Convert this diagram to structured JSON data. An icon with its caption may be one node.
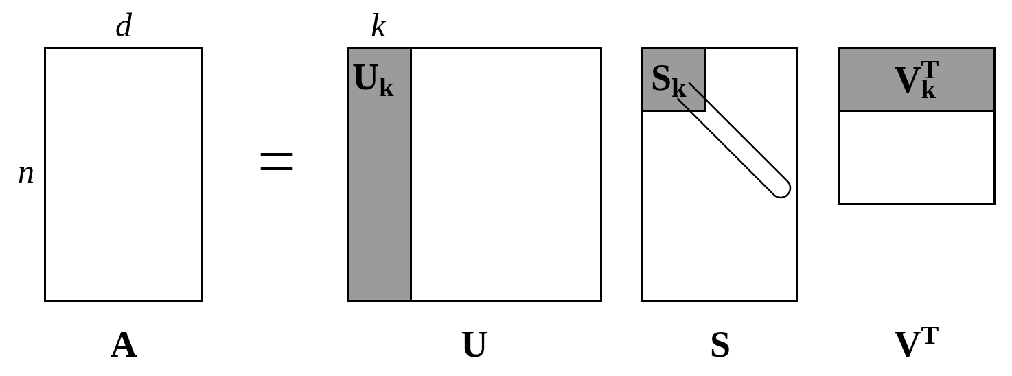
{
  "diagram": {
    "nodes": [
      {
        "text": [],
        "shape": "box",
        "beside": [
          "d",
          "n",
          "A"
        ]
      },
      {
        "text": [],
        "shape": "box",
        "beside": [
          "k",
          "U"
        ]
      },
      {
        "text": [
          "U$_{k}$"
        ],
        "in": 1
      },
      {
        "text": [],
        "shape": "box",
        "beside": [
          "S"
        ]
      },
      {
        "text": [
          "S$_{k}$"
        ],
        "in": 3
      },
      {
        "text": [],
        "shape": "bar",
        "in": 3
      },
      {
        "text": [],
        "shape": "box",
        "beside": [
          "V$^{T}$"
        ]
      },
      {
        "text": [
          "V$_{k}$$^{T}$"
        ],
        "in": 6
      }
    ],
    "labels": [
      "="
    ]
  }
}
